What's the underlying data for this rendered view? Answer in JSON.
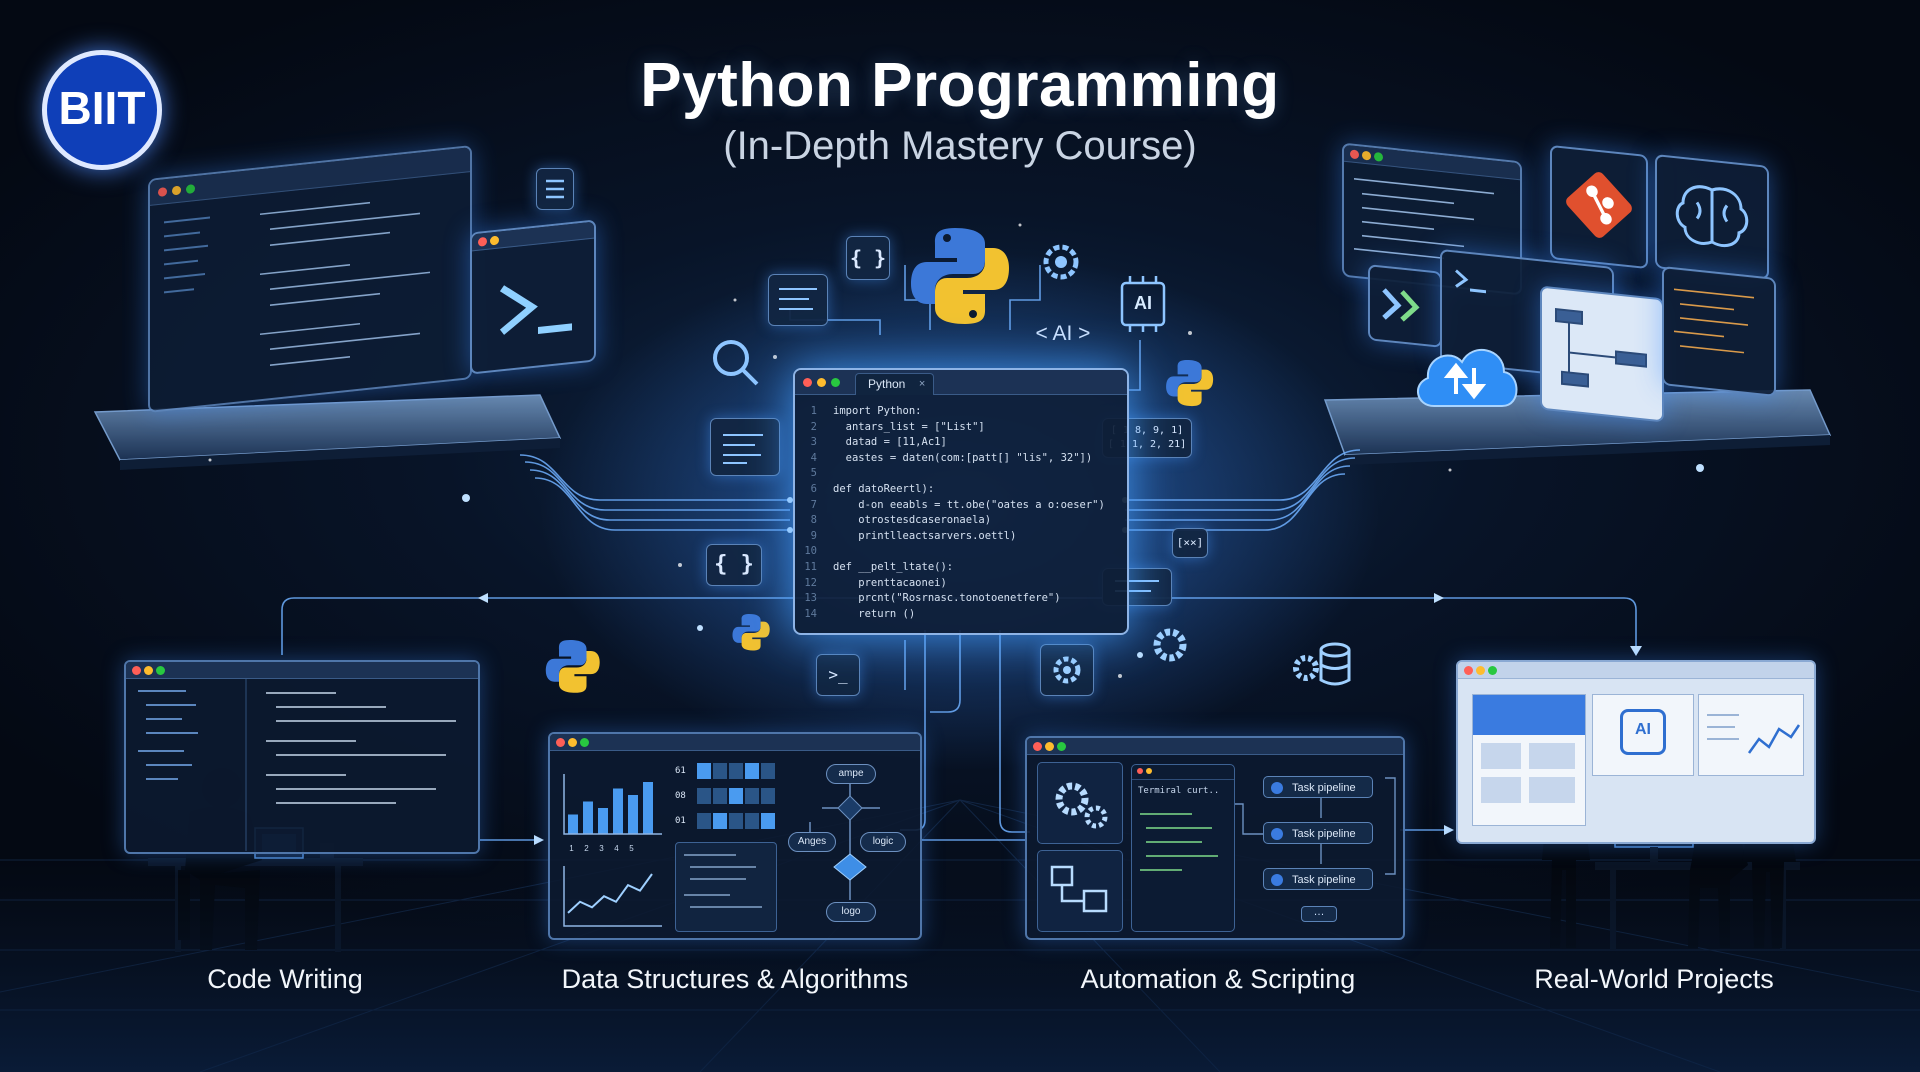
{
  "header": {
    "title": "Python Programming",
    "subtitle": "(In-Depth Mastery Course)"
  },
  "logo": {
    "text": "BIIT"
  },
  "colors": {
    "background": "#050b16",
    "glow": "#3c8cff",
    "python_blue": "#3c78d8",
    "python_yellow": "#f2c230",
    "git_red": "#e0502e"
  },
  "center_editor": {
    "tab_label": "Python",
    "code_lines": [
      "import Python:",
      "  antars_list = [\"List\"]",
      "  datad = [11,Ac1]",
      "  eastes = daten(com:[patt[] \"lis\", 32\"])",
      "",
      "def datoReertl):",
      "    d-on eeabls = tt.obe(\"oates a o:oeser\")",
      "    otrostesdcaseronaela)",
      "    printlleactsarvers.oettl)",
      "",
      "def __pelt_ltate():",
      "    prenttacaonei)",
      "    prcnt(\"Rosrnasc.tonotoenetfere\")",
      "    return ()"
    ]
  },
  "float_chips": {
    "braces": "{ }",
    "ai_brackets": "< AI >",
    "ai_chip": "AI",
    "array_snippet_1": "[ 1 8, 9, 1]",
    "array_snippet_2": "[ 1 1, 2, 21]",
    "func_box": "[××]",
    "prompt": ">_",
    "code_brackets": "{ }"
  },
  "sections": [
    {
      "caption": "Code Writing"
    },
    {
      "caption": "Data Structures & Algorithms"
    },
    {
      "caption": "Automation & Scripting"
    },
    {
      "caption": "Real-World Projects"
    }
  ],
  "dsa_panel": {
    "axis_ticks": [
      "1",
      "2",
      "3",
      "4",
      "5"
    ],
    "table_rows": [
      "61",
      "08",
      "01"
    ],
    "flow_nodes": [
      "ampe",
      "Anges",
      "logic",
      "logo"
    ],
    "bar_values": [
      3,
      5,
      4,
      7,
      6,
      8
    ],
    "line_values": [
      2,
      4,
      3,
      5,
      4,
      7,
      6,
      9
    ]
  },
  "automation_panel": {
    "terminal_title": "Termiral curt..",
    "pipelines": [
      "Task pipeline",
      "Task pipeline",
      "Task pipeline"
    ],
    "more": "…"
  },
  "projects_panel": {
    "ai_label": "AI"
  },
  "icons": [
    "python-logo-icon",
    "terminal-icon",
    "git-icon",
    "brain-icon",
    "cloud-sync-icon",
    "gear-icon",
    "database-icon",
    "search-icon",
    "braces-icon"
  ]
}
